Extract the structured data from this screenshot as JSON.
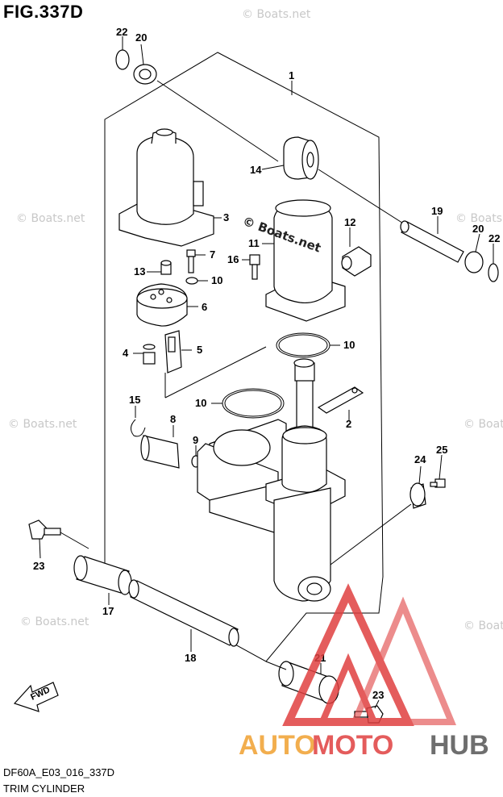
{
  "figure_title": "FIG.337D",
  "footer": {
    "code": "DF60A_E03_016_337D",
    "name": "TRIM CYLINDER"
  },
  "watermark_text": "© Boats.net",
  "brand": {
    "part1": "AUTO",
    "part2": "MOTO",
    "part3": "HUB",
    "color1": "#f0a030",
    "color2": "#e04040",
    "color3": "#555555"
  },
  "fwd_label": "FWD",
  "callouts": [
    "22",
    "20",
    "1",
    "14",
    "3",
    "12",
    "19",
    "20",
    "22",
    "11",
    "16",
    "7",
    "13",
    "10",
    "6",
    "10",
    "4",
    "5",
    "10",
    "15",
    "2",
    "8",
    "9",
    "25",
    "24",
    "23",
    "17",
    "18",
    "21",
    "23"
  ]
}
